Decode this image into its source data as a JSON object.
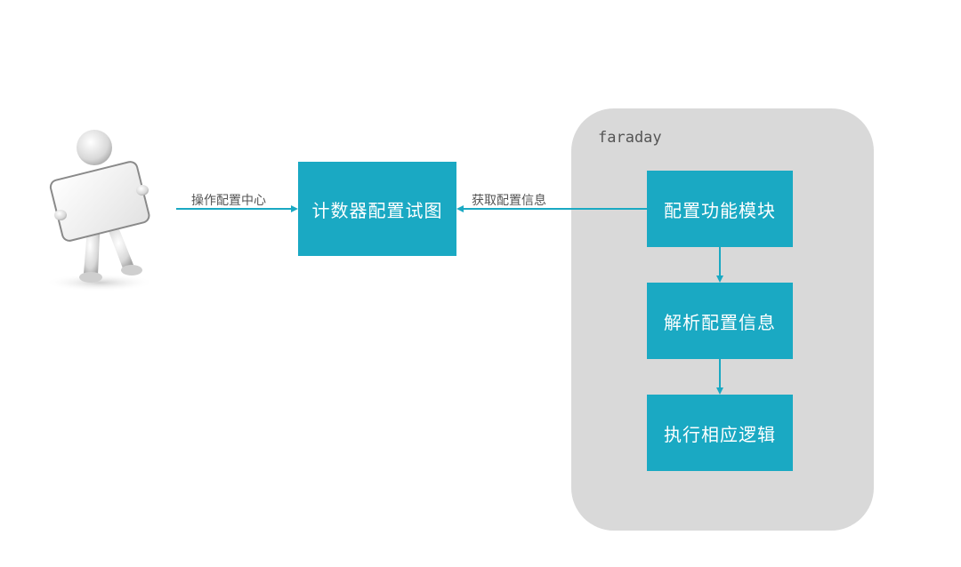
{
  "group": {
    "title": "faraday"
  },
  "nodes": {
    "main": "计数器配置试图",
    "step1": "配置功能模块",
    "step2": "解析配置信息",
    "step3": "执行相应逻辑"
  },
  "edges": {
    "user_to_main": "操作配置中心",
    "step1_to_main": "获取配置信息"
  },
  "colors": {
    "box": "#1aa9c3",
    "arrow": "#1aa9c3",
    "group_bg": "#d9d9d9"
  },
  "icons": {
    "user": "person-holding-sign-icon"
  }
}
